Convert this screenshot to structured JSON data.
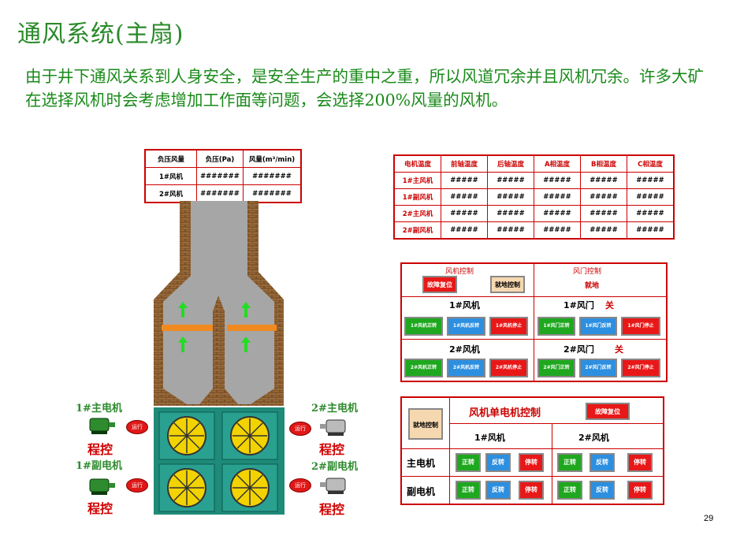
{
  "title": "通风系统(主扇)",
  "paragraph": "由于井下通风关系到人身安全，是安全生产的重中之重，所以风道冗余并且风机冗余。许多大矿在选择风机时会考虑增加工作面等问题，会选择200%风量的风机。",
  "page_number": "29",
  "pressure_table": {
    "headers": [
      "负压风量",
      "负压(Pa)",
      "风量(m³/min)"
    ],
    "rows": [
      [
        "1#风机",
        "#######",
        "#######"
      ],
      [
        "2#风机",
        "#######",
        "#######"
      ]
    ]
  },
  "temp_table": {
    "headers": [
      "电机温度",
      "前轴温度",
      "后轴温度",
      "A相温度",
      "B相温度",
      "C相温度"
    ],
    "rows": [
      [
        "1#主风机",
        "#####",
        "#####",
        "#####",
        "#####",
        "#####"
      ],
      [
        "1#副风机",
        "#####",
        "#####",
        "#####",
        "#####",
        "#####"
      ],
      [
        "2#主风机",
        "#####",
        "#####",
        "#####",
        "#####",
        "#####"
      ],
      [
        "2#副风机",
        "#####",
        "#####",
        "#####",
        "#####",
        "#####"
      ]
    ]
  },
  "control_panel": {
    "fan_control_label": "风机控制",
    "door_control_label": "风门控制",
    "fault_reset": "故障复位",
    "remote_control": "就地控制",
    "door_mode": "就地",
    "fan1": "1#风机",
    "fan2": "2#风机",
    "door1": "1#风门",
    "door2": "2#风门",
    "door1_state": "关",
    "door2_state": "关",
    "fan_forward": "1#风机正转",
    "fan_reverse": "1#风机反转",
    "fan_stop": "1#风机停止",
    "fan2_forward": "2#风机正转",
    "fan2_reverse": "2#风机反转",
    "fan2_stop": "2#风机停止",
    "door_open": "1#风门正转",
    "door_reverse": "1#风门反转",
    "door_stop": "1#风门停止",
    "door2_open": "2#风门正转",
    "door2_reverse": "2#风门反转",
    "door2_stop": "2#风门停止"
  },
  "single_motor_panel": {
    "title": "风机单电机控制",
    "fault_reset": "故障复位",
    "remote_control": "就地控制",
    "fan1": "1#风机",
    "fan2": "2#风机",
    "main_motor": "主电机",
    "aux_motor": "副电机",
    "forward": "正转",
    "reverse": "反转",
    "stop": "停转"
  },
  "motors": {
    "m1_main": "1#主电机",
    "m2_main": "2#主电机",
    "m1_aux": "1#副电机",
    "m2_aux": "2#副电机",
    "remote": "程控",
    "indicator": "运行"
  },
  "colors": {
    "title_green": "#2a8a2a",
    "brick": "#8b5a2b",
    "duct_gray": "#a6a6a6",
    "base_teal": "#1e8a78",
    "fan_yellow": "#f2d300",
    "arrow_green": "#22dd22",
    "damper_orange": "#f08a20",
    "border_red": "#cc0000"
  }
}
